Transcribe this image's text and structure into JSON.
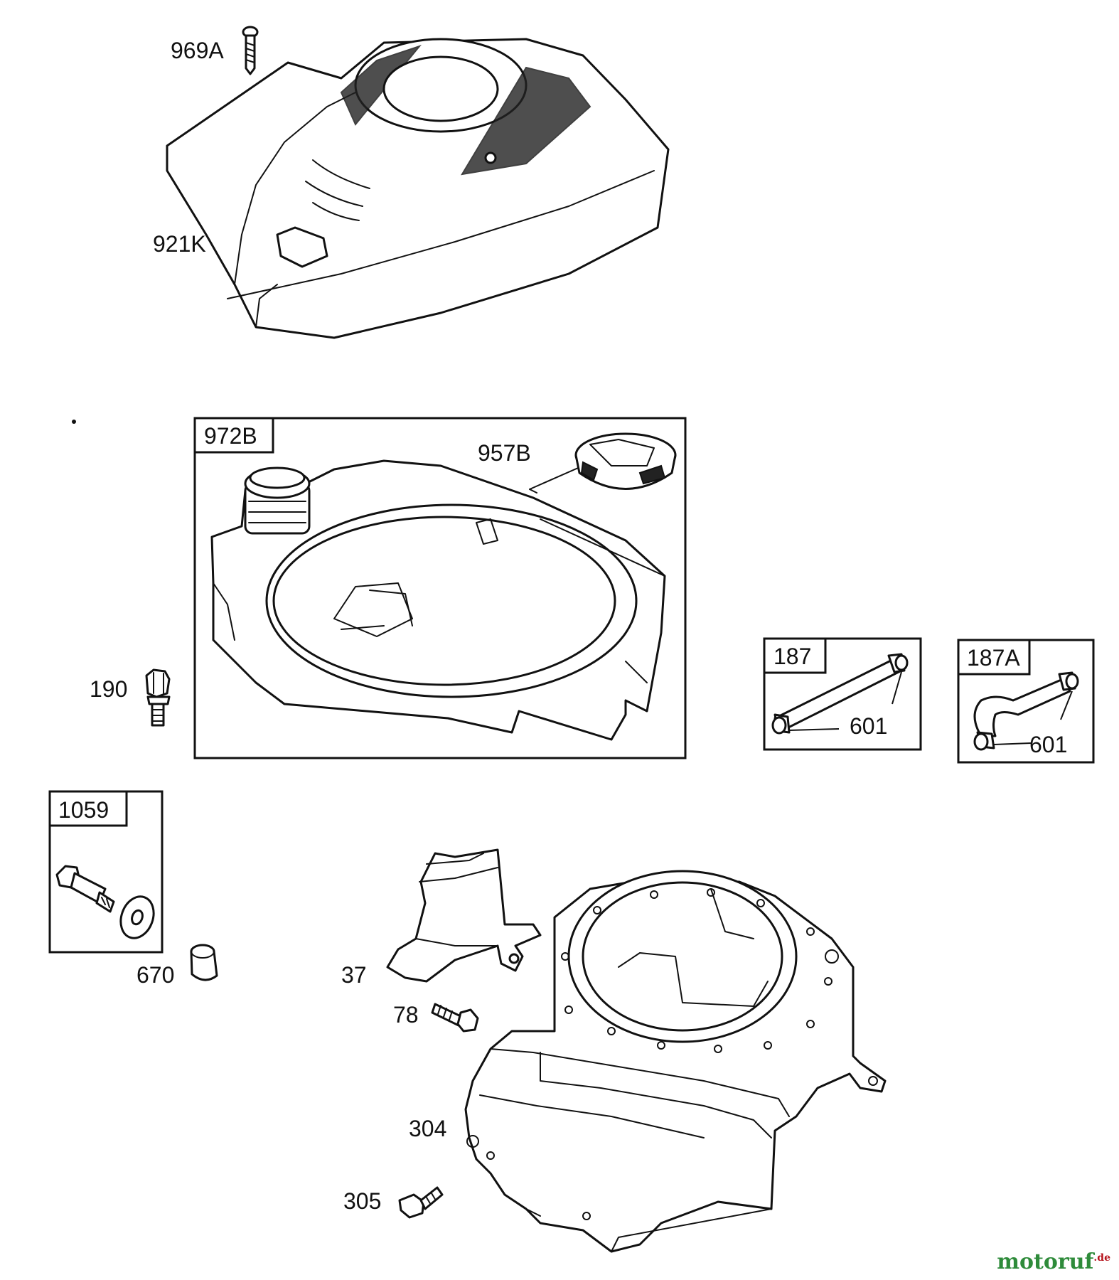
{
  "labels": {
    "p969A": "969A",
    "p921K": "921K",
    "p972B": "972B",
    "p957B": "957B",
    "p190": "190",
    "p187": "187",
    "p187A": "187A",
    "p601a": "601",
    "p601b": "601",
    "p1059": "1059",
    "p670": "670",
    "p37": "37",
    "p78": "78",
    "p304": "304",
    "p305": "305"
  },
  "watermark": {
    "name": "motoruf",
    "tld": ".de",
    "color": "#2e8b3a",
    "tld_color": "#b5121b"
  },
  "icons": [
    "screw-icon",
    "blower-housing-cover-icon",
    "fuel-tank-icon",
    "fuel-cap-icon",
    "fitting-icon",
    "fuel-line-icon",
    "bolt-washer-icon",
    "spacer-icon",
    "shield-icon",
    "blower-housing-icon"
  ]
}
